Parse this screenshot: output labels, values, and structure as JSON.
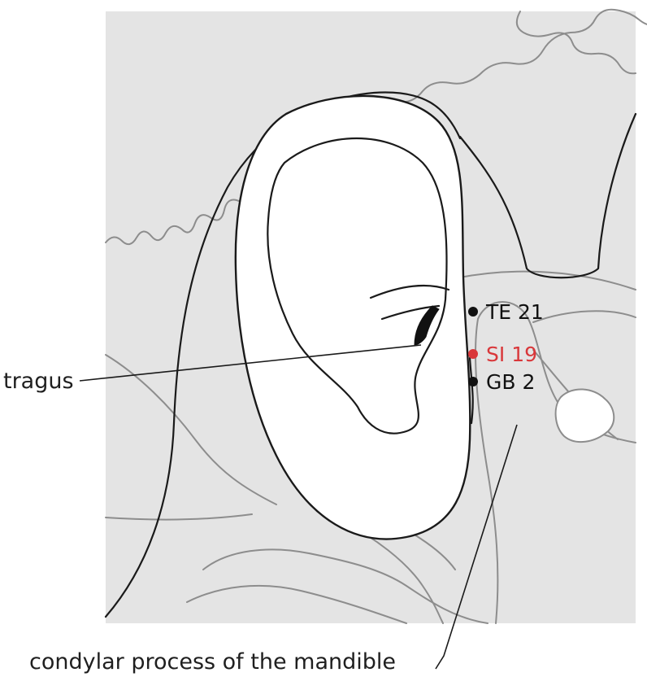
{
  "labels": {
    "tragus": "tragus",
    "condylar": "condylar process of the mandible"
  },
  "points": [
    {
      "id": "te21",
      "label": "TE 21",
      "color": "#111111"
    },
    {
      "id": "si19",
      "label": "SI 19",
      "color": "#d9373a"
    },
    {
      "id": "gb2",
      "label": "GB 2",
      "color": "#111111"
    }
  ],
  "colors": {
    "skull_background": "#e4e4e4",
    "bone_lines": "#8d8d8d",
    "outline": "#1a1a1a",
    "highlight_point": "#d9373a"
  }
}
